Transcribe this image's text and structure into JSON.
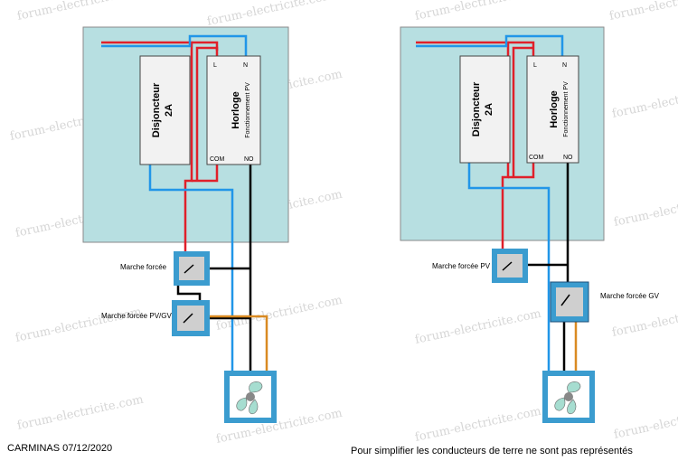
{
  "watermark": "forum-electricite.com",
  "left": {
    "breaker": {
      "line1": "Disjoncteur",
      "line2": "2A"
    },
    "clock": {
      "title": "Horloge",
      "subtitle": "Fonctionnement PV",
      "term_l": "L",
      "term_n": "N",
      "term_com": "COM",
      "term_no": "NO"
    },
    "switch1_label": "Marche forcée",
    "switch2_label": "Marche forcée PV/GV"
  },
  "right": {
    "breaker": {
      "line1": "Disjoncteur",
      "line2": "2A"
    },
    "clock": {
      "title": "Horloge",
      "subtitle": "Fonctionnement PV",
      "term_l": "L",
      "term_n": "N",
      "term_com": "COM",
      "term_no": "NO"
    },
    "switch1_label": "Marche forcée PV",
    "switch2_label": "Marche forcée GV"
  },
  "footer": {
    "author": "CARMINAS 07/12/2020",
    "note": "Pour simplifier les conducteurs  de terre ne sont pas représentés"
  },
  "colors": {
    "panel": "#b7dfe1",
    "phase": "#e0202a",
    "neutral": "#2196e8",
    "switch_return": "#000000",
    "gv_wire": "#d98a22",
    "switch_plate": "#3b9ccf"
  }
}
